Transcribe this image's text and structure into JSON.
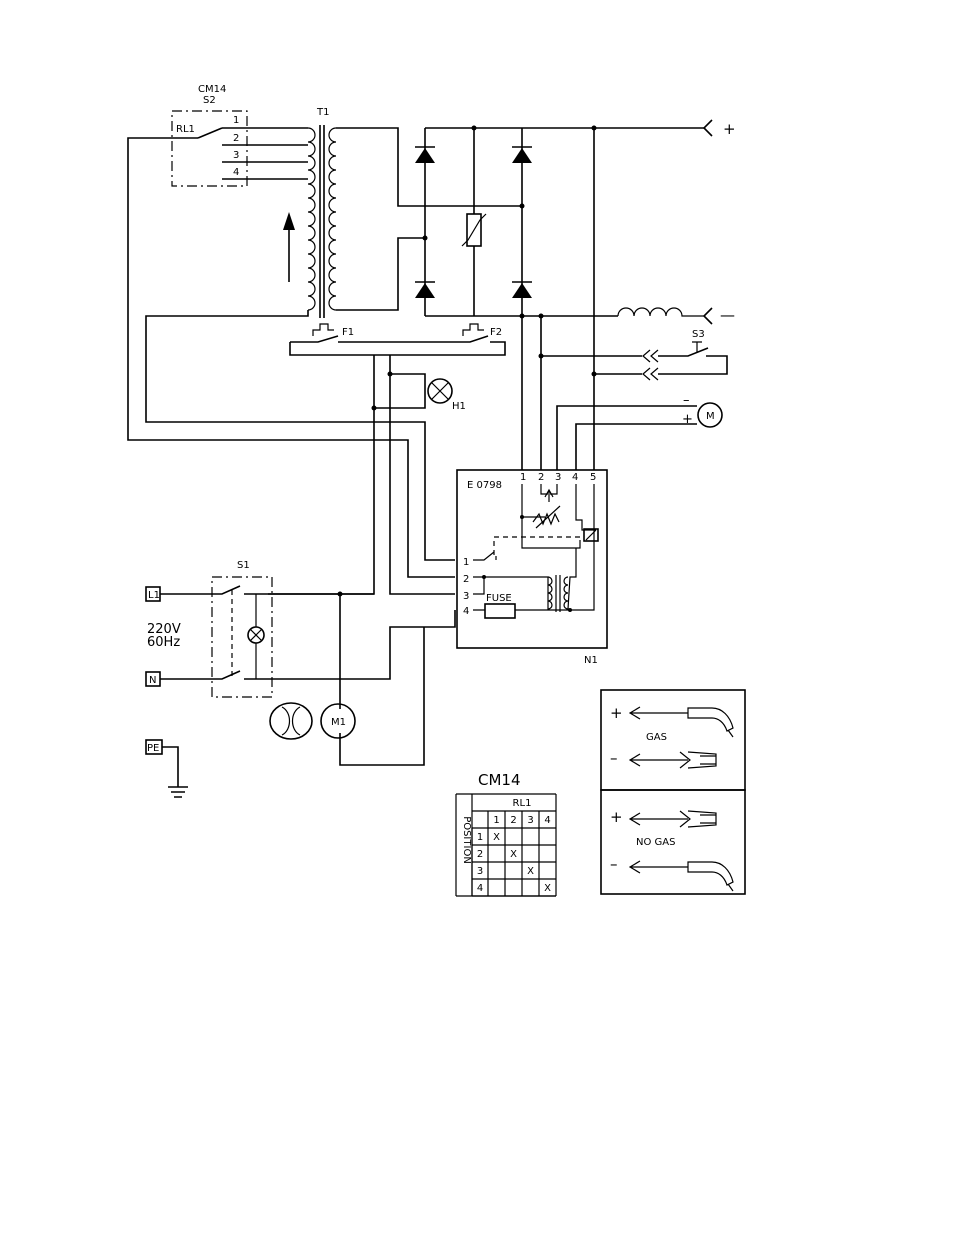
{
  "labels": {
    "cm14_top": "CM14",
    "s2": "S2",
    "rl1": "RL1",
    "t1": "T1",
    "tap1": "1",
    "tap2": "2",
    "tap3": "3",
    "tap4": "4",
    "plus_out": "+",
    "minus_out": "—",
    "f1": "F1",
    "f2": "F2",
    "s3": "S3",
    "h1": "H1",
    "motor_minus": "–",
    "motor_plus": "+",
    "motor_m": "M",
    "pcb": "E 0798",
    "pcb_t1": "1",
    "pcb_t2": "2",
    "pcb_t3": "3",
    "pcb_t4": "4",
    "pcb_t5": "5",
    "pcb_l1": "1",
    "pcb_l2": "2",
    "pcb_l3": "3",
    "pcb_l4": "4",
    "fuse": "FUSE",
    "n1": "N1",
    "s1": "S1",
    "l1": "L1",
    "n": "N",
    "voltage": "220V",
    "freq": "60Hz",
    "m1": "M1",
    "pe": "PE"
  },
  "polarity": {
    "gas_plus": "+",
    "gas_minus": "–",
    "gas": "GAS",
    "nogas_plus": "+",
    "nogas_minus": "–",
    "nogas": "NO GAS"
  },
  "table": {
    "title": "CM14",
    "col_group": "RL1",
    "row_group": "POSITION",
    "cols": [
      "1",
      "2",
      "3",
      "4"
    ],
    "rows": [
      {
        "label": "1",
        "cells": [
          "X",
          "",
          "",
          ""
        ]
      },
      {
        "label": "2",
        "cells": [
          "",
          "X",
          "",
          ""
        ]
      },
      {
        "label": "3",
        "cells": [
          "",
          "",
          "X",
          ""
        ]
      },
      {
        "label": "4",
        "cells": [
          "",
          "",
          "",
          "X"
        ]
      }
    ]
  }
}
